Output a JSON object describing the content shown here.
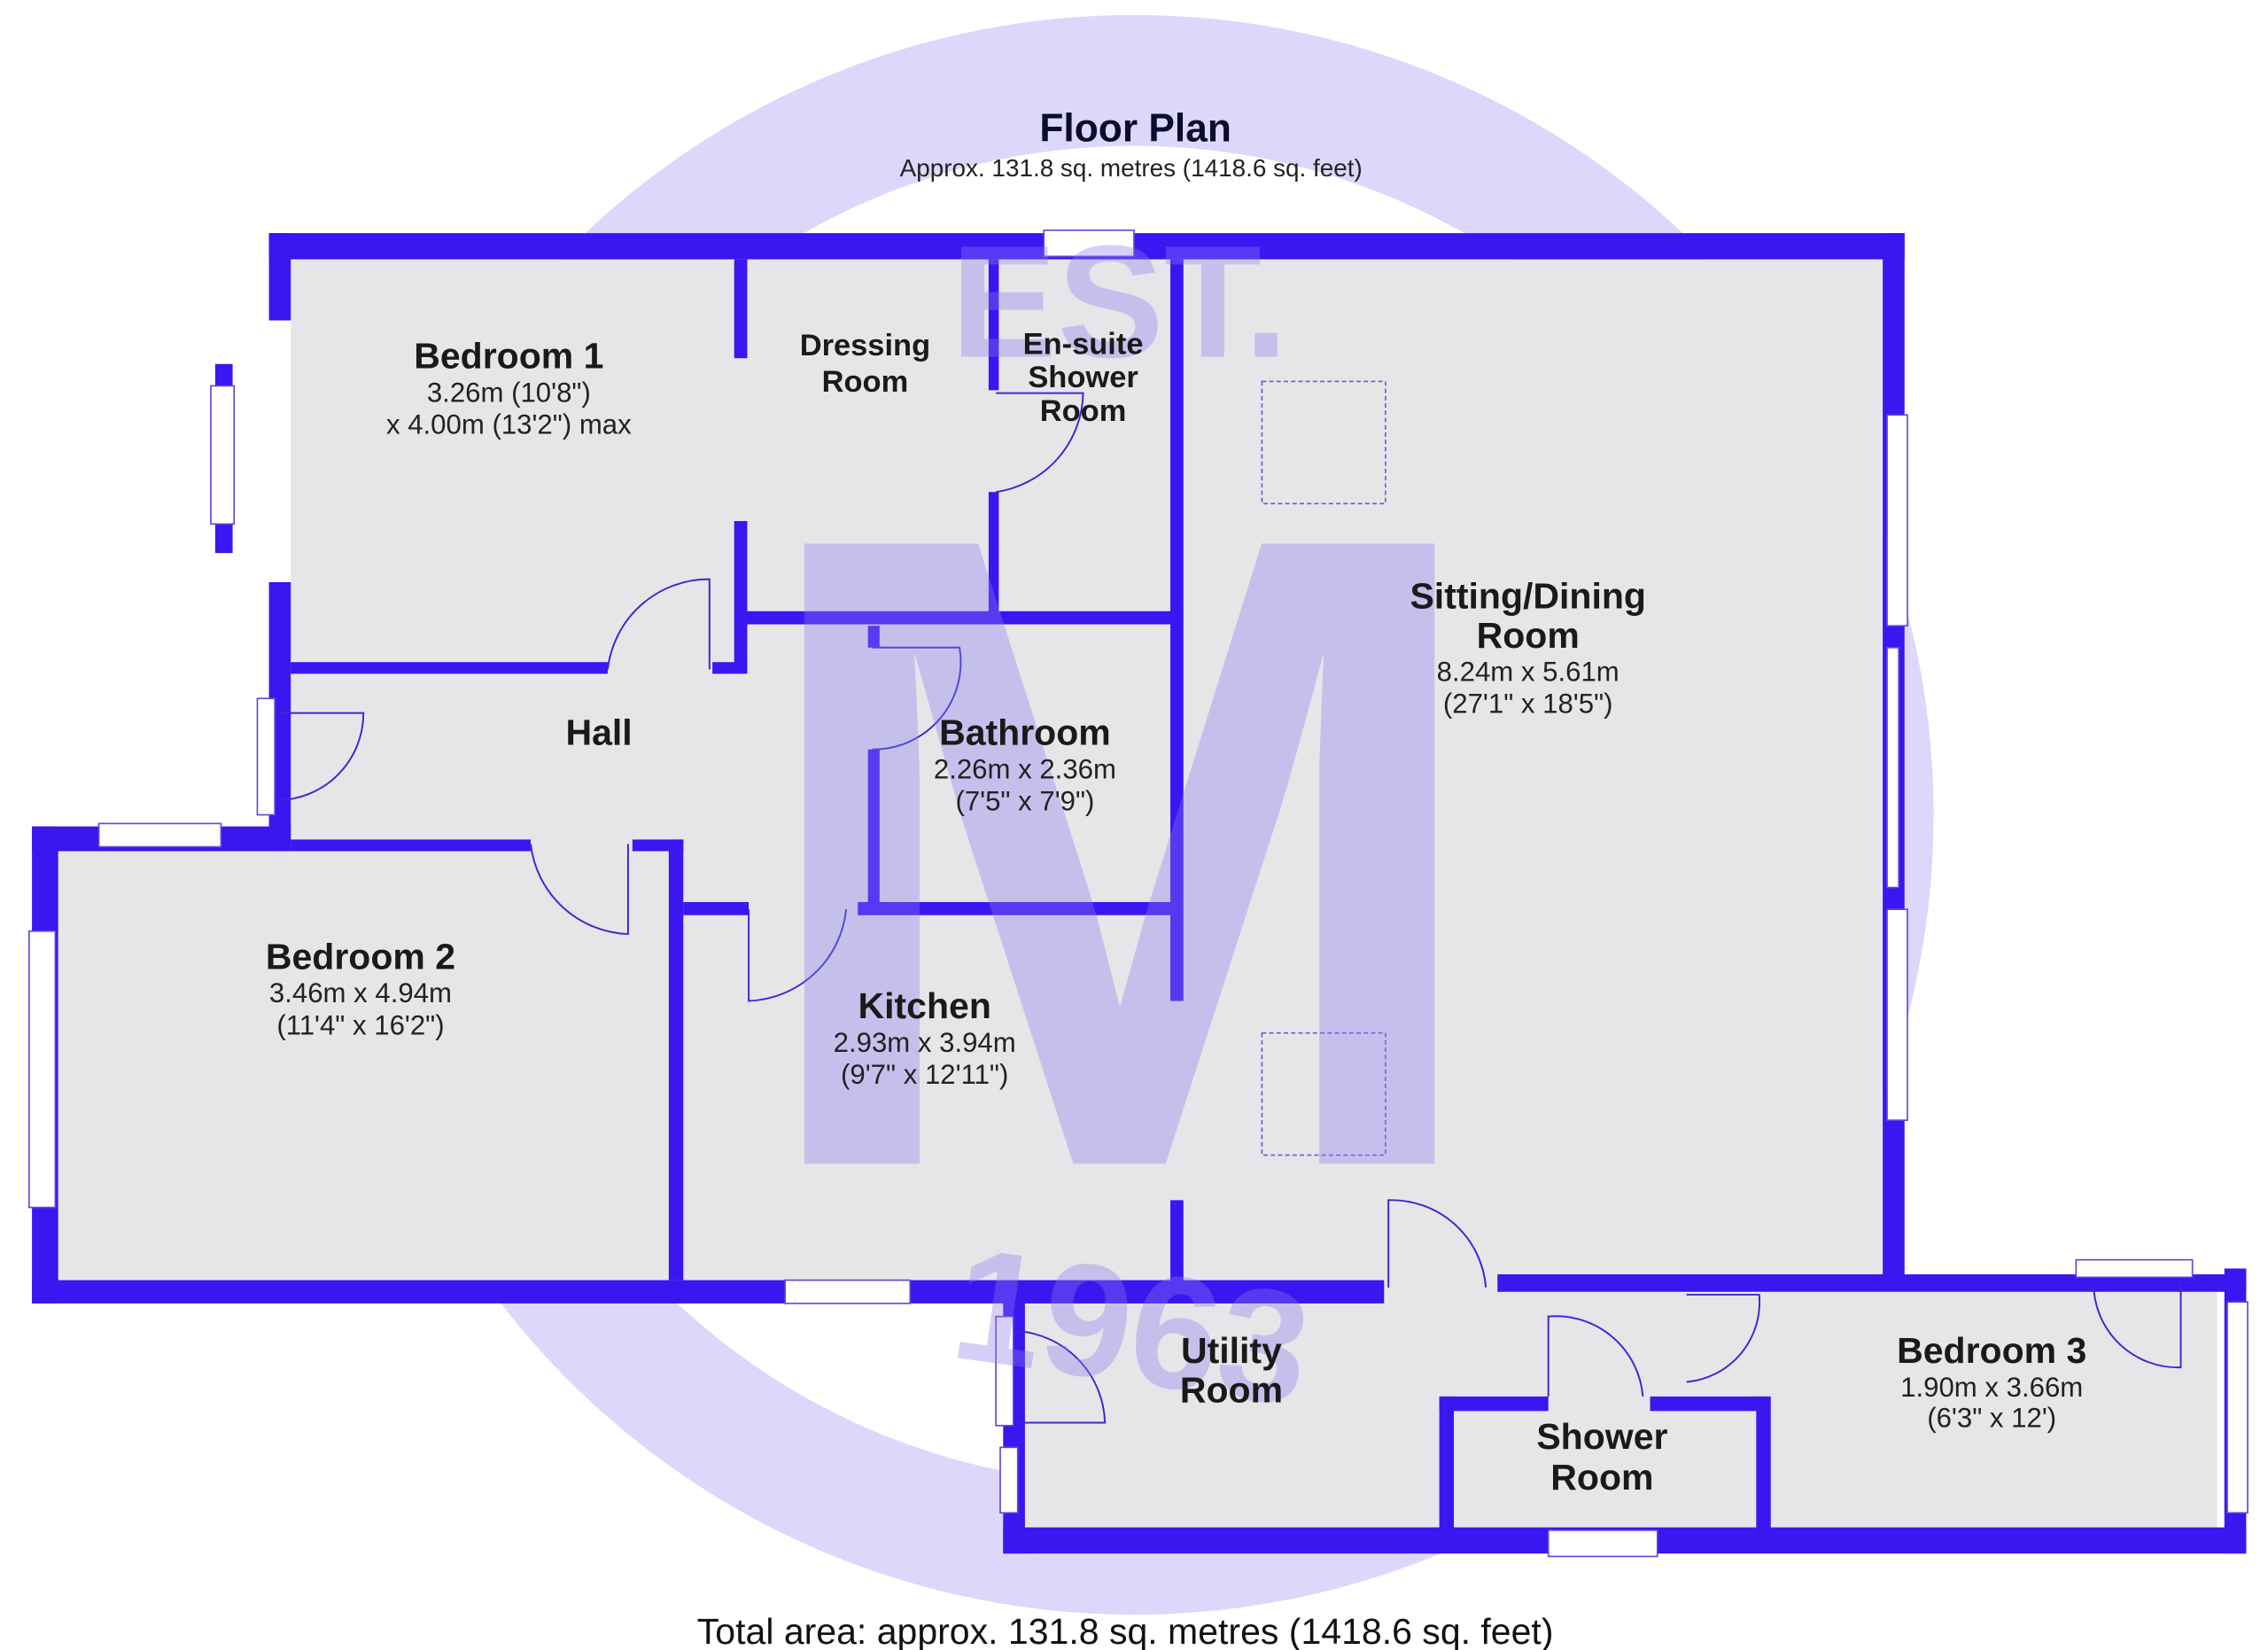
{
  "header": {
    "title": "Floor Plan",
    "subtitle": "Approx. 131.8 sq. metres (1418.6 sq. feet)"
  },
  "watermark": {
    "letter": "M",
    "top_text": "EST.",
    "bottom_text": "1963"
  },
  "rooms": {
    "bedroom1": {
      "name": "Bedroom 1",
      "dim1": "3.26m (10'8\")",
      "dim2": "x 4.00m (13'2\") max"
    },
    "dressing": {
      "name1": "Dressing",
      "name2": "Room"
    },
    "ensuite": {
      "name1": "En-suite",
      "name2": "Shower",
      "name3": "Room"
    },
    "sitting": {
      "name1": "Sitting/Dining",
      "name2": "Room",
      "dim1": "8.24m x 5.61m",
      "dim2": "(27'1\" x 18'5\")"
    },
    "hall": {
      "name": "Hall"
    },
    "bathroom": {
      "name": "Bathroom",
      "dim1": "2.26m x 2.36m",
      "dim2": "(7'5\" x 7'9\")"
    },
    "bedroom2": {
      "name": "Bedroom 2",
      "dim1": "3.46m x 4.94m",
      "dim2": "(11'4\" x 16'2\")"
    },
    "kitchen": {
      "name": "Kitchen",
      "dim1": "2.93m x 3.94m",
      "dim2": "(9'7\" x 12'11\")"
    },
    "utility": {
      "name1": "Utility",
      "name2": "Room"
    },
    "shower": {
      "name1": "Shower",
      "name2": "Room"
    },
    "bedroom3": {
      "name": "Bedroom 3",
      "dim1": "1.90m x 3.66m",
      "dim2": "(6'3\" x 12')"
    }
  },
  "footer": {
    "total": "Total area: approx. 131.8 sq. metres (1418.6 sq. feet)"
  },
  "colors": {
    "wall": "#3a16f0",
    "floor": "#e6e6e9",
    "watermark": "#d8d3fa"
  }
}
